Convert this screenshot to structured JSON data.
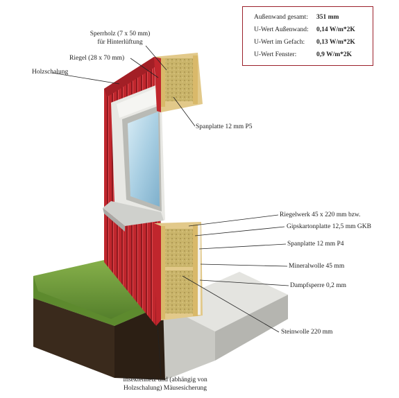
{
  "specs": [
    {
      "name": "Außenwand gesamt:",
      "value": "351 mm"
    },
    {
      "name": "U-Wert Außenwand:",
      "value": "0,14 W/m*2K"
    },
    {
      "name": "U-Wert im Gefach:",
      "value": "0,13 W/m*2K"
    },
    {
      "name": "U-Wert Fenster:",
      "value": "0,9 W/m*2K"
    }
  ],
  "labels": {
    "sperrholz_line1": "Sperrholz (7 x 50 mm)",
    "sperrholz_line2": "für Hinterlüftung",
    "riegel": "Riegel (28 x 70 mm)",
    "holzschalung": "Holzschalung",
    "spanplatte_p5": "Spanplatte 12 mm P5",
    "riegelwerk": "Riegelwerk 45 x 220 mm bzw.",
    "gipskarton": "Gipskartonplatte 12,5 mm GKB",
    "spanplatte_p4": "Spanplatte 12 mm P4",
    "mineralwolle": "Mineralwolle 45 mm",
    "dampfsperre": "Dampfsperre 0,2 mm",
    "steinwolle": "Steinwolle 220 mm",
    "insekten_line1": "Insektennetz und (abhängig von",
    "insekten_line2": "Holzschalung) Mäusesicherung"
  },
  "colors": {
    "cladding": "#c0262d",
    "cladding_dark": "#8e1a20",
    "insulation": "#c9b46a",
    "timber": "#e2c98a",
    "concrete": "#d6d6d2",
    "grass": "#6f9a3a",
    "soil": "#3a2a1c",
    "frame": "#b9bab5",
    "glass": "#a9cfe3",
    "box_border": "#9b1f2a"
  }
}
